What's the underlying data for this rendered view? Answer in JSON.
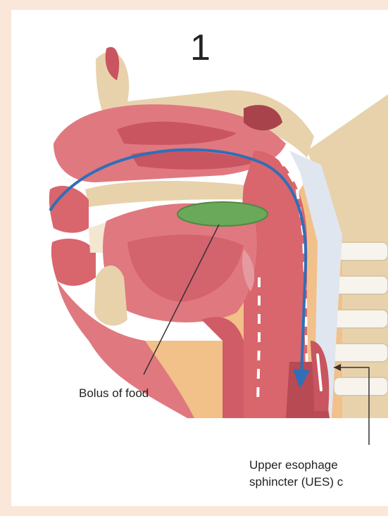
{
  "diagram": {
    "step_number": "1",
    "labels": {
      "bolus": "Bolus of food",
      "ues_line1": "Upper esophage",
      "ues_line2": "sphincter (UES) c"
    },
    "colors": {
      "tissue": "#d9656d",
      "tissue_light": "#ef9aa0",
      "tissue_dark": "#b84a54",
      "bone": "#e8d2ac",
      "skin": "#f2c089",
      "bolus": "#6aa85a",
      "arrow": "#2f6fb8",
      "airway": "#dfe6ef"
    }
  }
}
